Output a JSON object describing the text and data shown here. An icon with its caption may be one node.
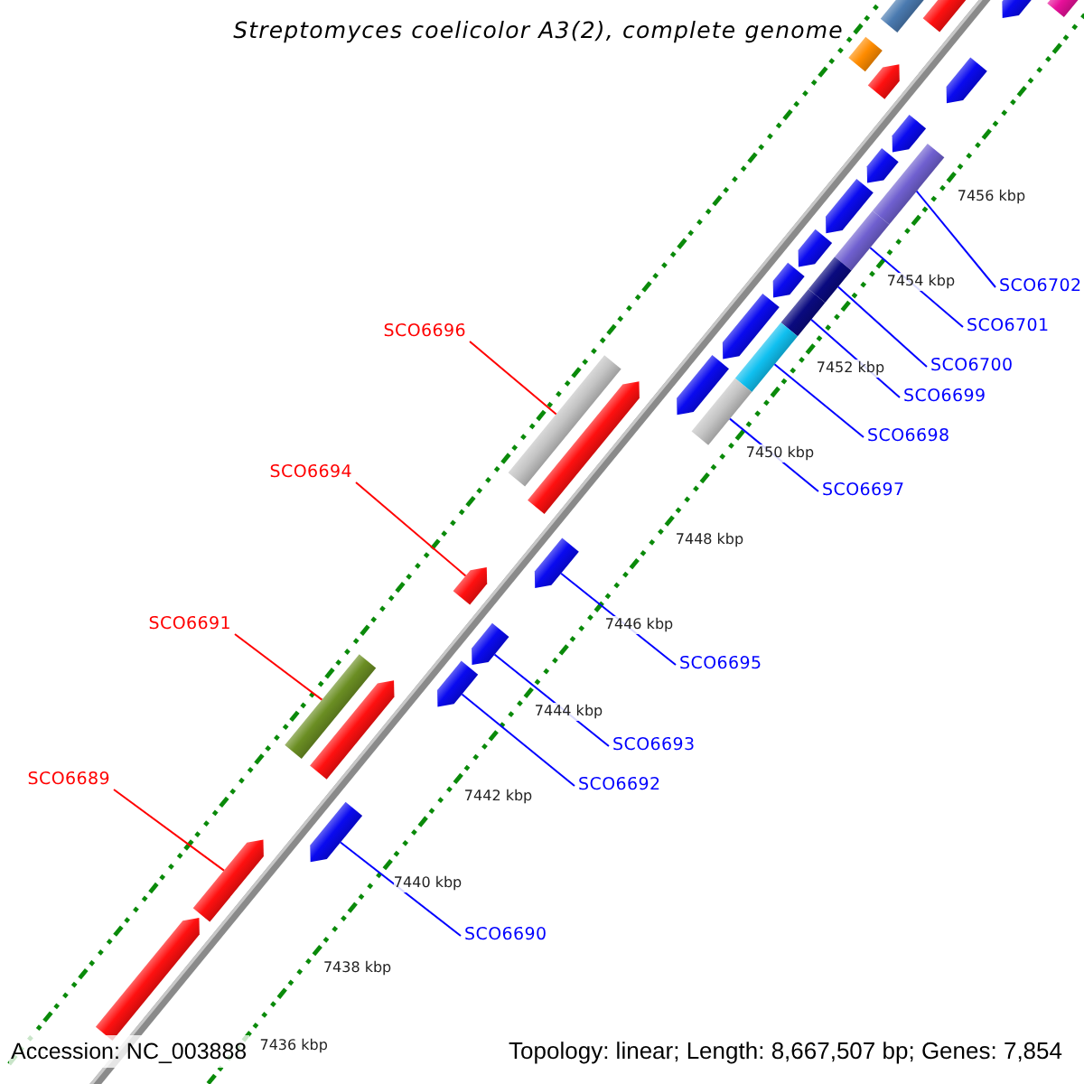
{
  "diagram": {
    "title": "Streptomyces coelicolor A3(2), complete genome",
    "nodes": [
      {
        "text": [
          "SCO6702"
        ]
      },
      {
        "text": [
          "SCO6701"
        ]
      },
      {
        "text": [
          "SCO6696"
        ]
      },
      {
        "text": [
          "SCO6700"
        ]
      },
      {
        "text": [
          "SCO6699"
        ]
      },
      {
        "text": [
          "SCO6698"
        ]
      },
      {
        "text": [
          "SCO6694"
        ]
      },
      {
        "text": [
          "SCO6697"
        ]
      },
      {
        "text": [
          "SCO6691"
        ]
      },
      {
        "text": [
          "SCO6695"
        ]
      },
      {
        "text": [
          "SCO6693"
        ]
      },
      {
        "text": [
          "SCO6689"
        ]
      },
      {
        "text": [
          "SCO6692"
        ]
      },
      {
        "text": [
          "SCO6690"
        ]
      },
      {
        "text": [],
        "shape": "bar"
      },
      {
        "text": [],
        "shape": "bar"
      },
      {
        "text": [],
        "shape": "bar"
      },
      {
        "text": [],
        "shape": "bar"
      },
      {
        "text": [],
        "shape": "bar"
      },
      {
        "text": [],
        "shape": "bar"
      },
      {
        "text": [],
        "shape": "arrow"
      },
      {
        "text": [],
        "shape": "bar"
      },
      {
        "text": [],
        "shape": "bar"
      },
      {
        "text": [],
        "shape": "arrow"
      },
      {
        "text": [],
        "shape": "arrow"
      },
      {
        "text": [],
        "shape": "arrow"
      },
      {
        "text": [],
        "shape": "arrow"
      },
      {
        "text": [],
        "shape": "arrow"
      },
      {
        "text": [],
        "shape": "arrow"
      },
      {
        "text": [],
        "shape": "arrow"
      },
      {
        "text": [],
        "shape": "arrow"
      },
      {
        "text": [],
        "shape": "arrow"
      },
      {
        "text": [],
        "shape": "arrow"
      },
      {
        "text": [],
        "shape": "bar"
      },
      {
        "text": [],
        "shape": "bar"
      },
      {
        "text": [],
        "shape": "arrow"
      },
      {
        "text": [],
        "shape": "arrow"
      },
      {
        "text": [],
        "shape": "arrow"
      },
      {
        "text": [],
        "shape": "arrow"
      },
      {
        "text": [],
        "shape": "arrow"
      },
      {
        "text": [],
        "shape": "arrow"
      },
      {
        "text": [],
        "shape": "arrow"
      },
      {
        "text": [],
        "shape": "arrow"
      },
      {
        "text": [],
        "shape": "arrow"
      },
      {
        "text": [],
        "shape": "bar"
      }
    ],
    "edges": [
      {
        "from": 0,
        "to": 14,
        "arrow": "none"
      },
      {
        "from": 1,
        "to": 15,
        "arrow": "none"
      },
      {
        "from": 2,
        "to": 16,
        "arrow": "none",
        "color": "#ff0000"
      },
      {
        "from": 3,
        "to": 17,
        "arrow": "none"
      },
      {
        "from": 4,
        "to": 18,
        "arrow": "none"
      },
      {
        "from": 5,
        "to": 19,
        "arrow": "none"
      },
      {
        "from": 6,
        "to": 20,
        "arrow": "none",
        "color": "#ff0000"
      },
      {
        "from": 7,
        "to": 21,
        "arrow": "none"
      },
      {
        "from": 8,
        "to": 22,
        "arrow": "none",
        "color": "#ff0000"
      },
      {
        "from": 9,
        "to": 23,
        "arrow": "none"
      },
      {
        "from": 10,
        "to": 24,
        "arrow": "none"
      },
      {
        "from": 11,
        "to": 25,
        "arrow": "none",
        "color": "#ff0000"
      },
      {
        "from": 12,
        "to": 26,
        "arrow": "none"
      },
      {
        "from": 13,
        "to": 27,
        "arrow": "none"
      }
    ],
    "labels": [
      "7456 kbp",
      "7454 kbp",
      "7452 kbp",
      "7450 kbp",
      "7448 kbp",
      "7446 kbp",
      "7444 kbp",
      "7442 kbp",
      "7440 kbp",
      "7438 kbp",
      "7436 kbp",
      "Accession: NC_003888",
      "Topology: linear; Length: 8,667,507 bp; Genes: 7,854"
    ]
  }
}
